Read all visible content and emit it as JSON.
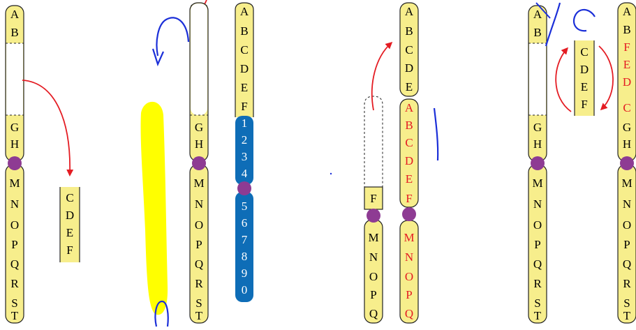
{
  "colors": {
    "yellow": "#f7ee8c",
    "highlight": "#ffff00",
    "blue_chrom": "#0e6db7",
    "centromere": "#8e3b93",
    "red": "#e41c23",
    "ink_blue": "#1b2fd8",
    "outline": "#222222"
  },
  "chromosomes": [
    {
      "id": "original",
      "upper": [
        "A",
        "B",
        "",
        "G",
        "H"
      ],
      "lower": [
        "M",
        "N",
        "O",
        "P",
        "Q",
        "R",
        "S",
        "T"
      ]
    },
    {
      "id": "deleted-copy",
      "upper": [
        "",
        "G",
        "H"
      ],
      "lower": [
        "M",
        "N",
        "O",
        "P",
        "Q",
        "R",
        "S",
        "T"
      ]
    },
    {
      "id": "partner-yellow",
      "upper": [
        "A",
        "B",
        "C",
        "D",
        "E",
        "F"
      ]
    },
    {
      "id": "partner-blue",
      "upper": [
        "1",
        "2",
        "3",
        "4"
      ],
      "lower": [
        "5",
        "6",
        "7",
        "8",
        "9",
        "0"
      ]
    },
    {
      "id": "donor",
      "upper": [
        "",
        "F"
      ],
      "lower": [
        "M",
        "N",
        "O",
        "P",
        "Q"
      ]
    },
    {
      "id": "translocation-product",
      "upper_black": [
        "A",
        "B",
        "C",
        "D",
        "E"
      ],
      "upper_red": [
        "A",
        "B",
        "C",
        "D",
        "E",
        "F"
      ],
      "lower_red": [
        "M",
        "N",
        "O",
        "P",
        "Q"
      ]
    },
    {
      "id": "inversion-source",
      "upper": [
        "A",
        "B",
        "",
        "G",
        "H"
      ],
      "lower": [
        "M",
        "N",
        "O",
        "P",
        "Q",
        "R",
        "S",
        "T"
      ]
    },
    {
      "id": "inverted",
      "upper_black": [
        "A",
        "B"
      ],
      "upper_red": [
        "F",
        "E",
        "D",
        "C"
      ],
      "upper_black_2": [
        "G",
        "H"
      ],
      "lower": [
        "M",
        "N",
        "O",
        "P",
        "Q",
        "R",
        "S",
        "T"
      ]
    }
  ],
  "fragments": [
    {
      "id": "deleted-fragment",
      "labels": [
        "C",
        "D",
        "E",
        "F"
      ]
    },
    {
      "id": "inversion-fragment",
      "labels": [
        "C",
        "D",
        "E",
        "F"
      ]
    }
  ]
}
